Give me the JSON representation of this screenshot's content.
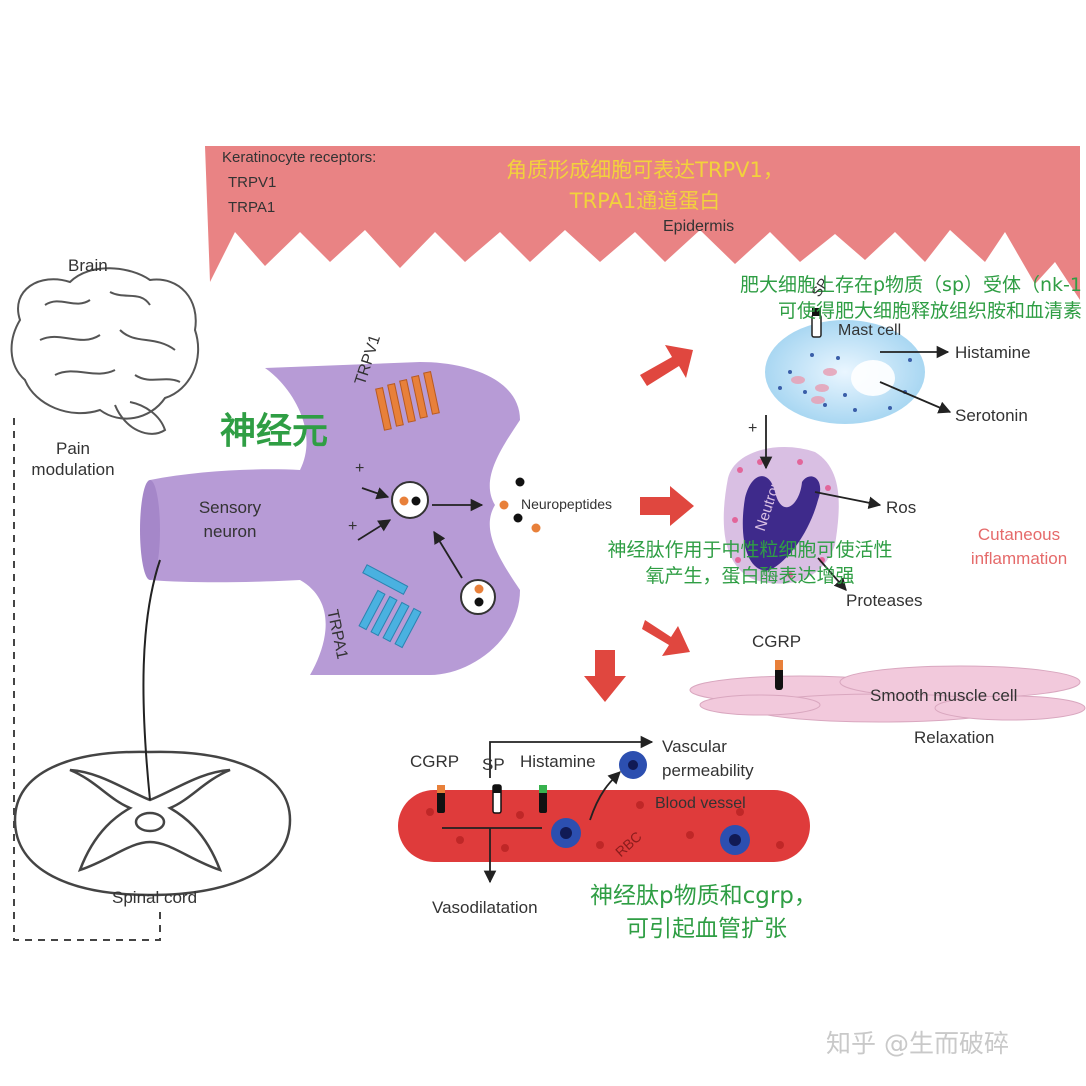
{
  "epidermis": {
    "receptors_title": "Keratinocyte receptors:",
    "receptor_1": "TRPV1",
    "receptor_2": "TRPA1",
    "label": "Epidermis",
    "note_line1": "角质形成细胞可表达TRPV1，",
    "note_line2": "TRPA1通道蛋白"
  },
  "cns": {
    "brain": "Brain",
    "pain_modulation_1": "Pain",
    "pain_modulation_2": "modulation",
    "spinal_cord": "Spinal cord"
  },
  "neuron": {
    "title_cn": "神经元",
    "label_1": "Sensory",
    "label_2": "neuron",
    "trpv1": "TRPV1",
    "trpa1": "TRPA1",
    "neuropeptides": "Neuropeptides",
    "plus": "+"
  },
  "mast_cell": {
    "note_line1": "肥大细胞上存在p物质（sp）受体（nk-1",
    "note_line2": "可使得肥大细胞释放组织胺和血清素",
    "sp": "SP",
    "label": "Mast cell",
    "histamine": "Histamine",
    "serotonin": "Serotonin"
  },
  "neutrophil": {
    "label": "Neutrophil",
    "ros": "Ros",
    "proteases": "Proteases",
    "plus": "+",
    "note_line1": "神经肽作用于中性粒细胞可使活性",
    "note_line2": "氧产生，蛋白酶表达增强",
    "inflammation_1": "Cutaneous",
    "inflammation_2": "inflammation"
  },
  "smooth_muscle": {
    "cgrp": "CGRP",
    "label": "Smooth muscle cell",
    "relaxation": "Relaxation"
  },
  "vessel": {
    "cgrp": "CGRP",
    "sp": "SP",
    "histamine": "Histamine",
    "permeability_1": "Vascular",
    "permeability_2": "permeability",
    "label": "Blood vessel",
    "rbc": "RBC",
    "vasodilatation": "Vasodilatation",
    "note_line1": "神经肽p物质和cgrp，",
    "note_line2": "可引起血管扩张"
  },
  "watermark": "知乎 @生而破碎",
  "colors": {
    "epidermis": "#e7787a",
    "neuron": "#b79bd6",
    "vessel": "#df3b3b",
    "arrow_red": "#e0473f",
    "annotation_green": "#2f9e44",
    "annotation_yellow": "#f2d23c",
    "trpv1": "#e8803a",
    "trpa1": "#4ab1e0"
  }
}
